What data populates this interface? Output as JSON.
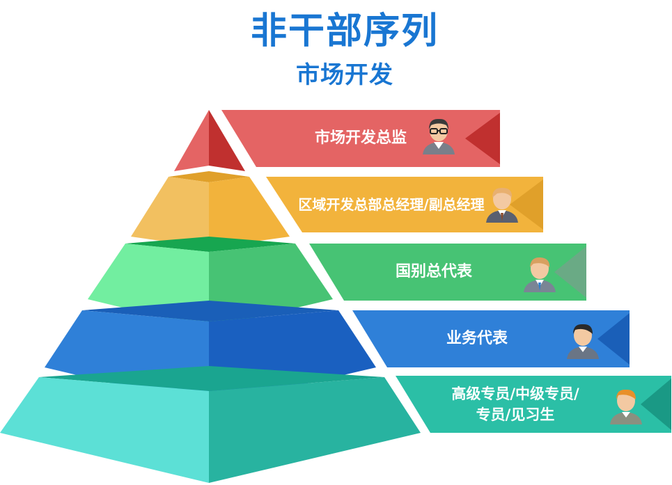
{
  "title": "非干部序列",
  "subtitle": "市场开发",
  "levels": [
    {
      "label": "市场开发总监",
      "color": "#e46464",
      "dark": "#c0302f",
      "light": "#e46464",
      "top_color": "#e46464",
      "tip": "#c0302f"
    },
    {
      "label": "区域开发总部总经理/副总经理",
      "color": "#f2b33c",
      "dark": "#e0a02a",
      "light": "#f2c060",
      "top_color": "#e8aa28"
    },
    {
      "label": "国别总代表",
      "color": "#47c374",
      "dark": "#3fbf72",
      "light": "#72eea0",
      "top_color": "#17a650"
    },
    {
      "label": "业务代表",
      "color": "#2f80d8",
      "dark": "#1a60c0",
      "light": "#2f80d8",
      "top_color": "#1a5fb8"
    },
    {
      "label": "高级专员/中级专员/\n专员/见习生",
      "color": "#2bbfa6",
      "dark": "#28b3a0",
      "light": "#5ce0d6",
      "top_color": "#1aa590"
    }
  ],
  "arrow_tips": [
    "#c0302f",
    "#e0a02a",
    "#6aaa85",
    "#1a5fb8",
    "#1a9985"
  ]
}
